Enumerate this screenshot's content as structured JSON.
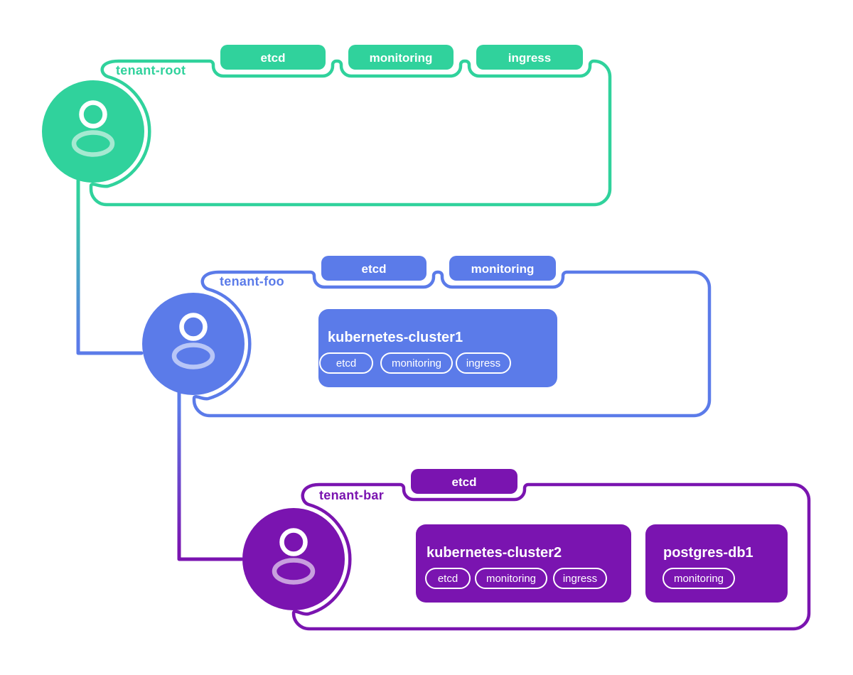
{
  "colors": {
    "green": "#30d29c",
    "blue": "#5b7be9",
    "purple": "#7a14b0",
    "pill_blue": "#6e8cf2",
    "pill_green": "#2fd3a0",
    "white": "#ffffff",
    "avatar_body_green": "#a5e9d1",
    "avatar_body_blue": "#b8c6f7",
    "avatar_body_purple": "#c89fde"
  },
  "tenants": [
    {
      "name": "tenant-root",
      "addons": [
        "etcd",
        "monitoring",
        "ingress"
      ],
      "workloads": []
    },
    {
      "name": "tenant-foo",
      "addons": [
        "etcd",
        "monitoring"
      ],
      "workloads": [
        {
          "title": "kubernetes-cluster1",
          "pills": [
            {
              "label": "etcd",
              "style": "outline"
            },
            {
              "label": "monitoring",
              "style": "outline"
            },
            {
              "label": "ingress",
              "style": "green"
            }
          ]
        }
      ]
    },
    {
      "name": "tenant-bar",
      "addons": [
        "etcd"
      ],
      "workloads": [
        {
          "title": "kubernetes-cluster2",
          "pills": [
            {
              "label": "etcd",
              "style": "outline"
            },
            {
              "label": "monitoring",
              "style": "blue"
            },
            {
              "label": "ingress",
              "style": "green"
            }
          ]
        },
        {
          "title": "postgres-db1",
          "pills": [
            {
              "label": "monitoring",
              "style": "blue"
            }
          ]
        }
      ]
    }
  ]
}
